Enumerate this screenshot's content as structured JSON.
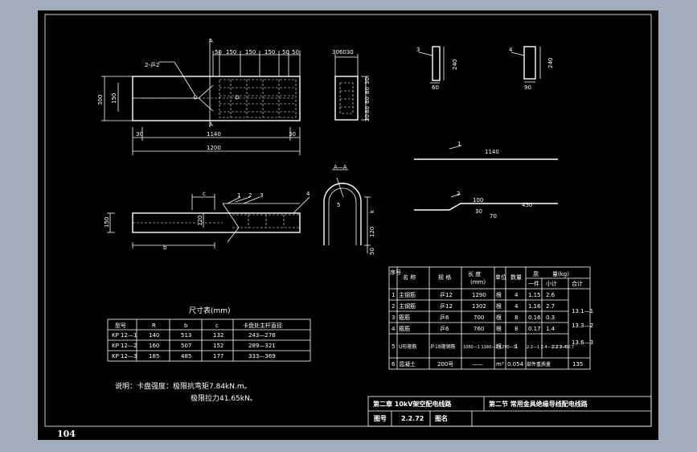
{
  "page_number": "104",
  "plan": {
    "label_rebar": "2-乒2",
    "label_a_top": "A",
    "label_a_bottom": "A",
    "dims_top": [
      "50",
      "150",
      "150",
      "150",
      "50",
      "50"
    ],
    "dim_300": "300",
    "dim_150": "150",
    "dim_30_left": "30",
    "dim_1140": "1140",
    "dim_30_right": "30",
    "dim_1200": "1200"
  },
  "end_view": {
    "dims_top": "306030",
    "dims_side": [
      "30",
      "80",
      "80",
      "80",
      "30"
    ]
  },
  "part3": {
    "label": "3",
    "height": "240",
    "width": "60"
  },
  "part4": {
    "label": "4",
    "height": "240",
    "width": "90"
  },
  "part1": {
    "label": "1",
    "length": "1140"
  },
  "part2": {
    "label": "2",
    "d100": "100",
    "d30": "30",
    "d70": "70",
    "d450": "450"
  },
  "section": {
    "title": "A—A",
    "label": "5",
    "dim_k": "k",
    "dim_120": "120",
    "dim_50": "50"
  },
  "elevation": {
    "labels": [
      "1",
      "2",
      "3",
      "4"
    ],
    "dim_c": "c",
    "dim_b": "b",
    "dim_150": "150",
    "dim_120": "120"
  },
  "size_table": {
    "title": "尺寸表(mm)",
    "headers": [
      "型号",
      "R",
      "b",
      "c",
      "卡盘处主杆直径"
    ],
    "rows": [
      [
        "KP 12—1",
        "140",
        "513",
        "132",
        "243—276"
      ],
      [
        "KP 12—2",
        "160",
        "507",
        "152",
        "289—321"
      ],
      [
        "KP 12—3",
        "185",
        "485",
        "177",
        "333—369"
      ]
    ]
  },
  "notes": {
    "line1": "说明：卡盘强度：极限抗弯矩7.84kN.m。",
    "line2": "极限拉力41.65kN。"
  },
  "materials_table": {
    "headers": [
      "序号",
      "名 称",
      "规 格",
      "长 度",
      "(mm)",
      "单位",
      "数量",
      "质",
      "量(kg)",
      "一件",
      "小计",
      "合计"
    ],
    "rows": [
      [
        "1",
        "主钢筋",
        "乒12",
        "1290",
        "根",
        "4",
        "1.15",
        "2.6",
        ""
      ],
      [
        "2",
        "主钢筋",
        "乒12",
        "1302",
        "根",
        "4",
        "1.16",
        "2.7",
        ""
      ],
      [
        "3",
        "箍筋",
        "乒6",
        "700",
        "根",
        "8",
        "0.16",
        "0.3",
        ""
      ],
      [
        "4",
        "箍筋",
        "乒6",
        "760",
        "根",
        "8",
        "0.17",
        "1.4",
        ""
      ],
      [
        "5",
        "U形箍筋",
        "乒18箍钢筋",
        "1060—1 1160—2 1290—3",
        "根",
        "1",
        "2.2—1 2.4—2 2.7—3",
        "2.2 2.4 2.7",
        ""
      ],
      [
        "6",
        "混凝土",
        "200号",
        "——",
        "m³",
        "0.054",
        "部件重质量",
        "135",
        ""
      ]
    ],
    "totals": [
      "13.1—1",
      "13.3—2",
      "13.6—3"
    ]
  },
  "title_block": {
    "chapter": "第二章  10kV架空配电线路",
    "section": "第二节  常用金具绝缘导线配电线路",
    "drawing_no_label": "图号",
    "drawing_no": "2.2.72",
    "drawing_name_label": "图名",
    "drawing_name": ""
  }
}
